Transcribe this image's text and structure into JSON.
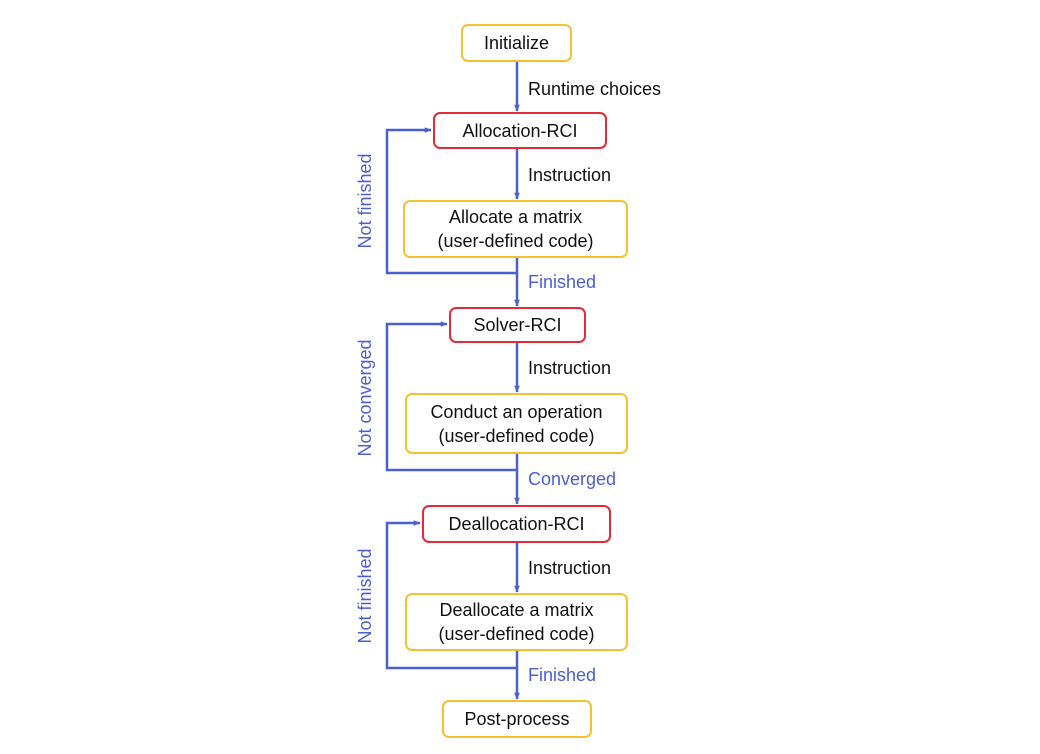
{
  "colors": {
    "step_border": "#f2c230",
    "rci_border": "#e3293a",
    "arrow": "#4a5fd0",
    "instruction_text": "#111111",
    "flow_text": "#4a5fd0"
  },
  "nodes": {
    "initialize": "Initialize",
    "allocation_rci": "Allocation-RCI",
    "allocate_matrix": {
      "line1": "Allocate a matrix",
      "line2": "(user-defined code)"
    },
    "solver_rci": "Solver-RCI",
    "conduct_operation": {
      "line1": "Conduct an operation",
      "line2": "(user-defined code)"
    },
    "deallocation_rci": "Deallocation-RCI",
    "deallocate_matrix": {
      "line1": "Deallocate a matrix",
      "line2": "(user-defined code)"
    },
    "post_process": "Post-process"
  },
  "edge_labels": {
    "runtime_choices": "Runtime choices",
    "instruction_1": "Instruction",
    "finished_1": "Finished",
    "not_finished_1": "Not finished",
    "instruction_2": "Instruction",
    "converged": "Converged",
    "not_converged": "Not converged",
    "instruction_3": "Instruction",
    "finished_2": "Finished",
    "not_finished_2": "Not finished"
  }
}
